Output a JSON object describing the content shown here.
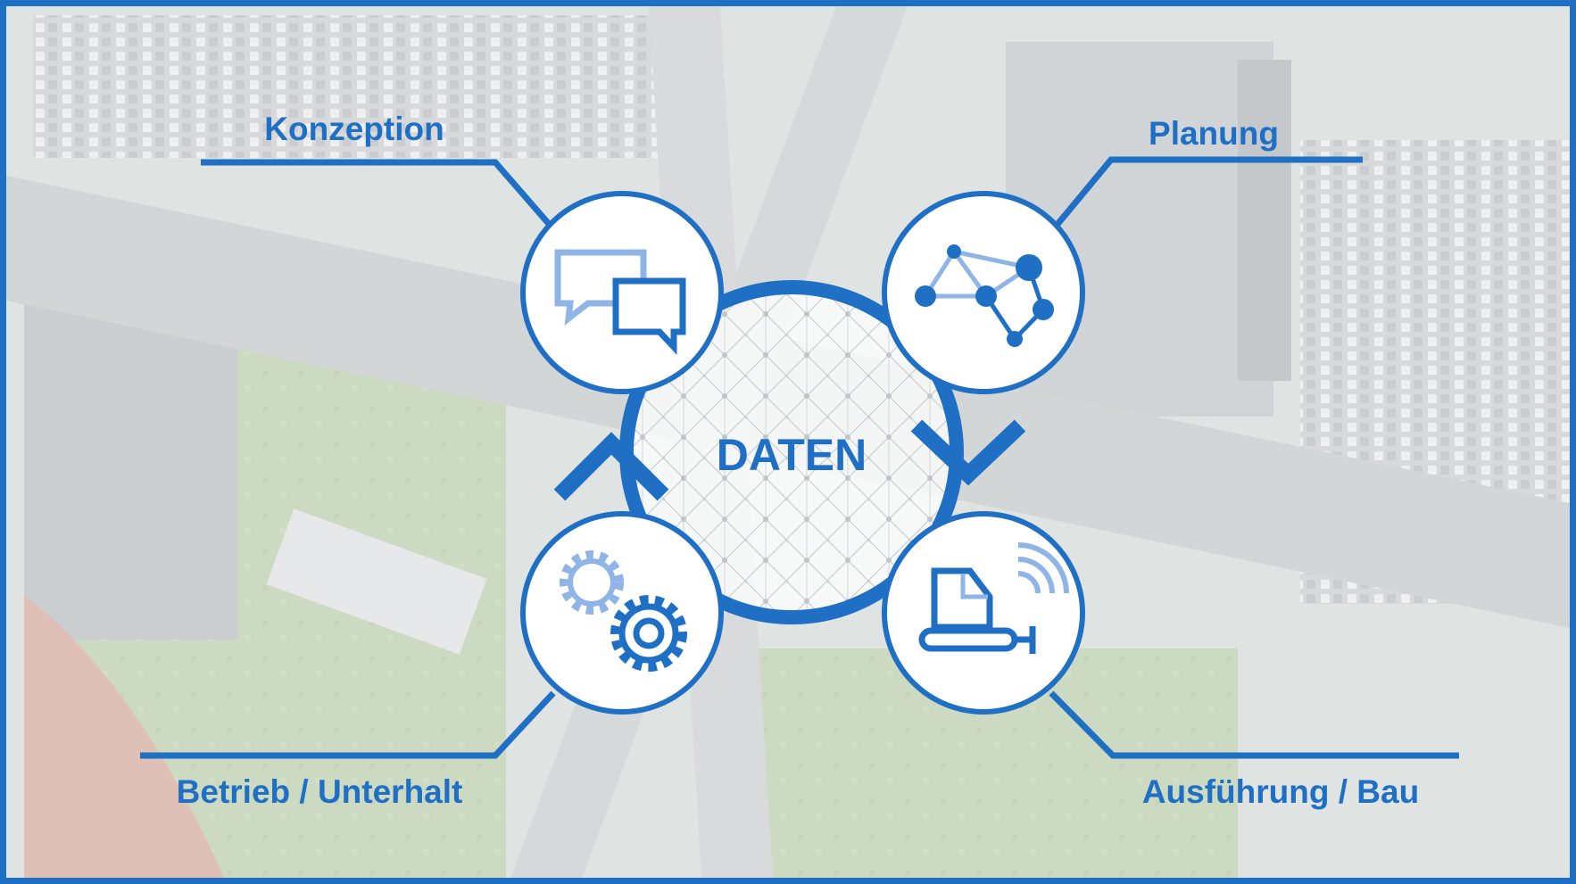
{
  "diagram": {
    "center_label": "DATEN",
    "phases": [
      {
        "label": "Konzeption",
        "icon": "chat-bubbles-icon"
      },
      {
        "label": "Planung",
        "icon": "network-graph-icon"
      },
      {
        "label": "Ausführung / Bau",
        "icon": "bulldozer-signal-icon"
      },
      {
        "label": "Betrieb / Unterhalt",
        "icon": "gears-icon"
      }
    ]
  },
  "colors": {
    "accent": "#1f6fc5",
    "accent_light": "#8fb4e6",
    "background_overlay": "#ffffff"
  }
}
